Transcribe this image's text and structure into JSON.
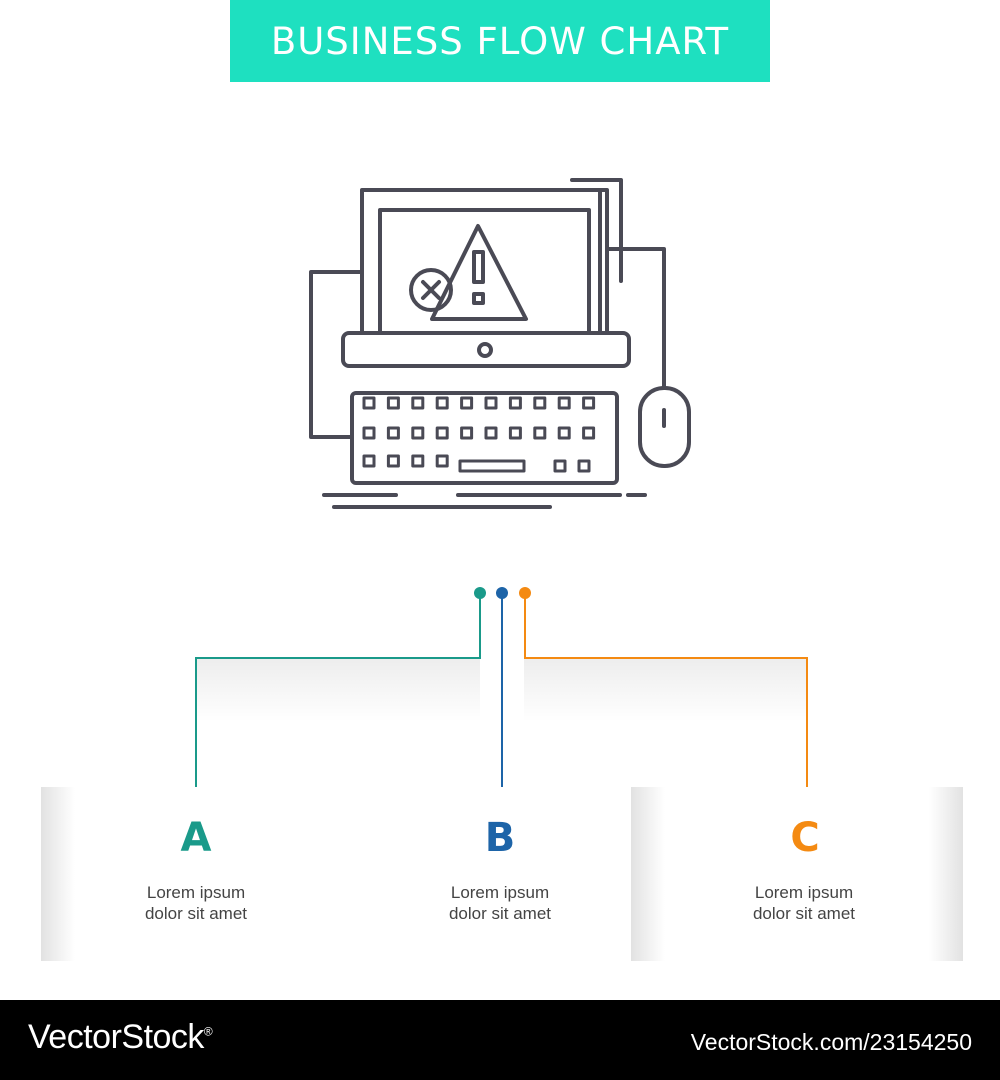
{
  "header": {
    "title": "BUSINESS FLOW CHART",
    "color": "#1ee0c0"
  },
  "illustration": {
    "icon": "computer-error-warning-icon"
  },
  "steps": [
    {
      "letter": "A",
      "line1": "Lorem ipsum",
      "line2": "dolor sit amet",
      "color": "#1a9a8a"
    },
    {
      "letter": "B",
      "line1": "Lorem ipsum",
      "line2": "dolor sit amet",
      "color": "#1d64a8"
    },
    {
      "letter": "C",
      "line1": "Lorem ipsum",
      "line2": "dolor sit amet",
      "color": "#f48a12"
    }
  ],
  "footer": {
    "brand": "VectorStock",
    "brand_mark": "®",
    "id": "VectorStock.com/23154250"
  }
}
